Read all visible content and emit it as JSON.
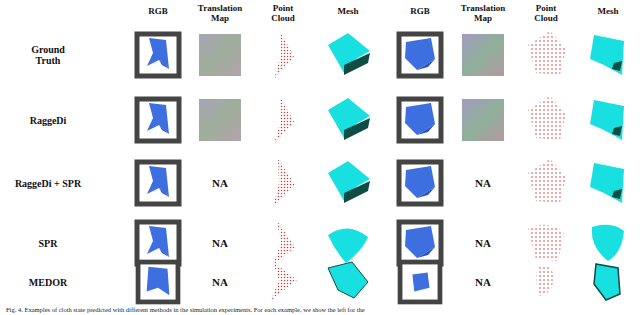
{
  "diagram": {
    "caption": "Fig. 4. Examples of cloth state predicted with different methods in the simulation experiments. For each example, we show the left for the",
    "labels": [
      "RGB",
      "Translation Map",
      "Point Cloud",
      "Mesh",
      "RGB",
      "Translation Map",
      "Point Cloud",
      "Mesh",
      "Ground Truth",
      "RaggeDi",
      "RaggeDi + SPR",
      "SPR",
      "MEDOR",
      "NA",
      "NA",
      "NA",
      "NA",
      "NA",
      "NA"
    ]
  }
}
